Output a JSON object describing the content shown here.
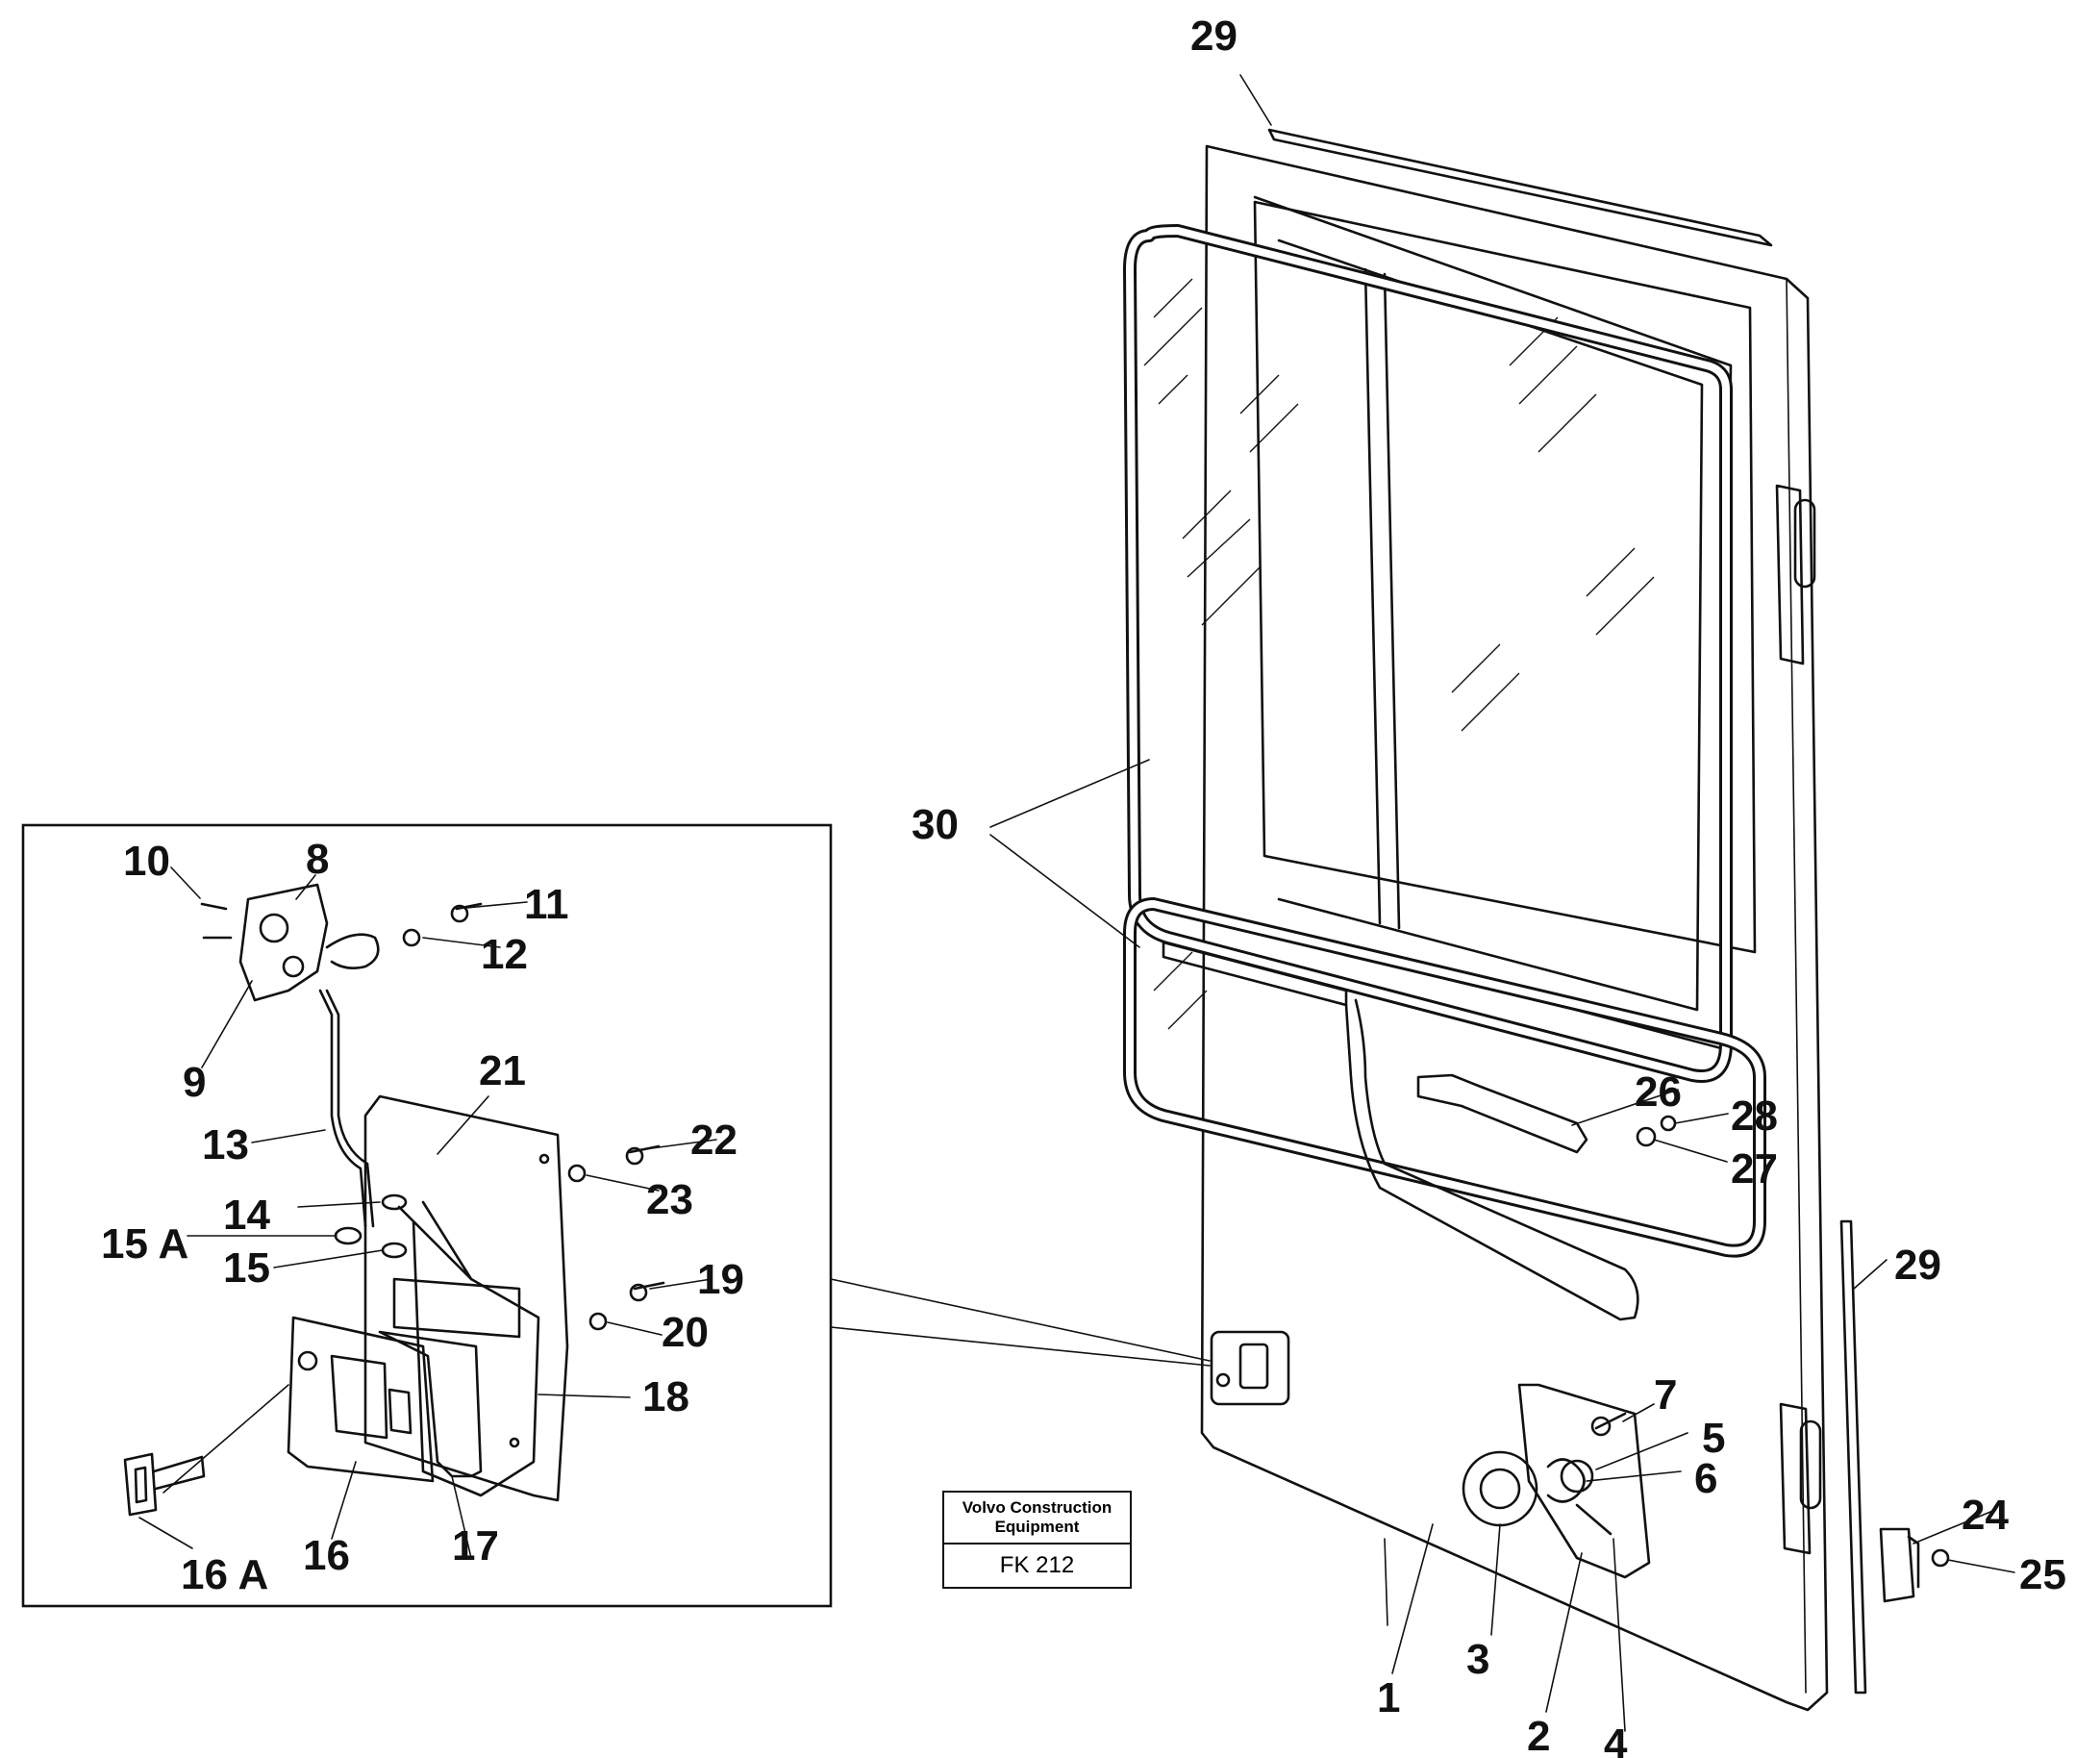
{
  "callouts": {
    "c1": "1",
    "c2": "2",
    "c3": "3",
    "c4": "4",
    "c5": "5",
    "c6": "6",
    "c7": "7",
    "c8": "8",
    "c9": "9",
    "c10": "10",
    "c11": "11",
    "c12": "12",
    "c13": "13",
    "c14": "14",
    "c15": "15",
    "c15a": "15 A",
    "c16": "16",
    "c16a": "16 A",
    "c17": "17",
    "c18": "18",
    "c19": "19",
    "c20": "20",
    "c21": "21",
    "c22": "22",
    "c23": "23",
    "c24": "24",
    "c25": "25",
    "c26": "26",
    "c27": "27",
    "c28": "28",
    "c29_top": "29",
    "c29_side": "29",
    "c30": "30"
  },
  "title_block": {
    "maker": "Volvo Construction Equipment",
    "code": "FK 212"
  }
}
